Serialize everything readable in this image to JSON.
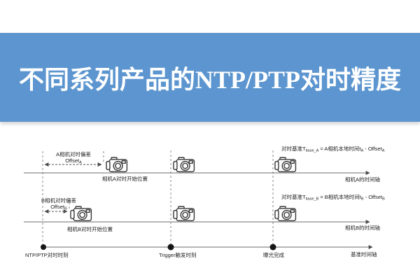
{
  "banner": {
    "title": "不同系列产品的NTP/PTP对时精度"
  },
  "colors": {
    "banner_bg": "#5c95cf",
    "banner_text": "#ffffff",
    "line": "#6e6e6e",
    "text": "#1c1c1c",
    "dot": "#151515"
  },
  "icons": {
    "camera": "line-art compact camera glyph"
  },
  "diagram": {
    "row_a": {
      "offset_title": "A相机对时偏差",
      "offset_word": "Offset",
      "offset_sub": "A",
      "start_label": "相机A对时开始位置",
      "formula_p1": "对时基准T",
      "formula_s1": "base_A",
      "formula_p2": " = A相机本地时间t",
      "formula_s2": "A",
      "formula_p3": " - Offset",
      "formula_s3": "A",
      "axis_label": "相机A的时间轴"
    },
    "row_b": {
      "offset_title": "B相机对时偏差",
      "offset_word": "Offset",
      "offset_sub": "B",
      "start_label": "相机B对时开始位置",
      "formula_p1": "对时基准T",
      "formula_s1": "base_B",
      "formula_p2": " = B相机本地时间t",
      "formula_s2": "B",
      "formula_p3": " - Offset",
      "formula_s3": "B",
      "axis_label": "相机B的时间轴"
    },
    "baseline": {
      "ntp_label": "NTP/PTP对时时刻",
      "trigger_label": "Trigger触发时刻",
      "exposure_label": "曝光完成",
      "axis_label": "基准时间轴"
    }
  }
}
